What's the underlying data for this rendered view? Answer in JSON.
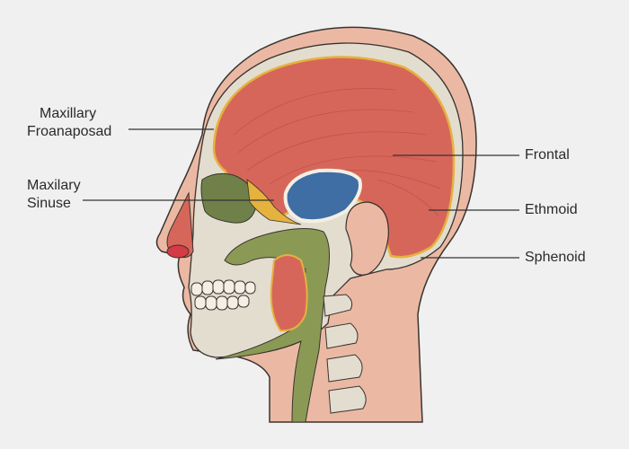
{
  "diagram": {
    "subject": "Sagittal view of human head showing sinuses",
    "colors": {
      "background": "#f0f0f0",
      "skin": "#ebb9a3",
      "bone": "#e3ddd0",
      "brain": "#d7665a",
      "sinus_blue": "#3e6ea3",
      "airway_green": "#8a9a55",
      "sinus_green": "#6f8148",
      "yellow_layer": "#e5b23e",
      "nostril_red": "#d63a45",
      "outline": "#3a3330"
    }
  },
  "labels": {
    "left": [
      {
        "line1": "Maxillary",
        "line2": "Froanaposad"
      },
      {
        "line1": "Maxilary",
        "line2": "Sinuse"
      }
    ],
    "right": [
      {
        "text": "Frontal"
      },
      {
        "text": "Ethmoid"
      },
      {
        "text": "Sphenoid"
      }
    ]
  }
}
